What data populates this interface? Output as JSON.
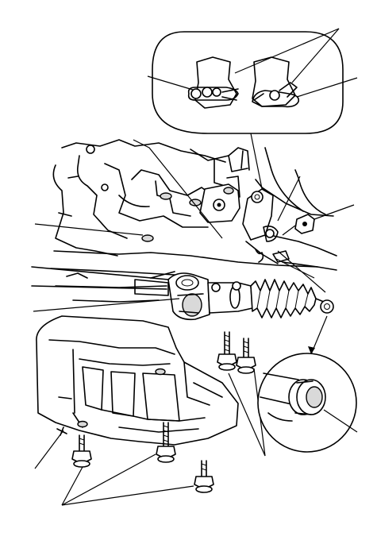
{
  "diagram": {
    "labels": [],
    "components": [
      "subframe-assembly",
      "steering-gearbox",
      "gearbox-boot",
      "tie-rod-end",
      "splash-shield",
      "mounting-bolts",
      "cotter-pin-detail",
      "bushing-detail"
    ]
  }
}
